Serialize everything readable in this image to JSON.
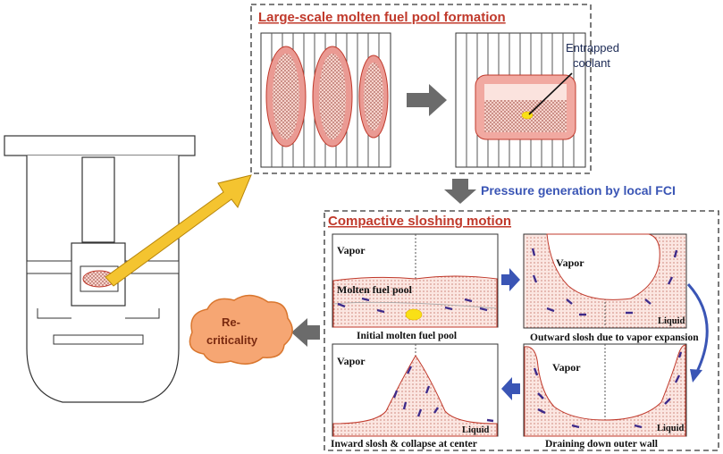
{
  "top_panel": {
    "title": "Large-scale molten fuel pool formation",
    "coolant_label_line1": "Entrapped",
    "coolant_label_line2": "coolant"
  },
  "pressure_label": "Pressure generation by local FCI",
  "bottom_panel": {
    "title": "Compactive sloshing motion",
    "frames": [
      {
        "caption": "Initial molten fuel pool",
        "vapor": "Vapor",
        "pool_label": "Molten fuel pool"
      },
      {
        "caption": "Outward slosh due to vapor expansion",
        "vapor": "Vapor",
        "liquid": "Liquid"
      },
      {
        "caption": "Draining down outer wall",
        "vapor": "Vapor",
        "liquid": "Liquid"
      },
      {
        "caption": "Inward slosh & collapse at center",
        "vapor": "Vapor",
        "liquid": "Liquid"
      }
    ]
  },
  "recriticality": {
    "line1": "Re-",
    "line2": "criticality"
  },
  "colors": {
    "fuel_fill": "#f2b8b0",
    "fuel_edge": "#c0392b",
    "arrow_gray": "#6b6b6b",
    "arrow_blue": "#3a55b5",
    "arrow_yellow": "#f4c430",
    "cloud": "#f6a673"
  }
}
